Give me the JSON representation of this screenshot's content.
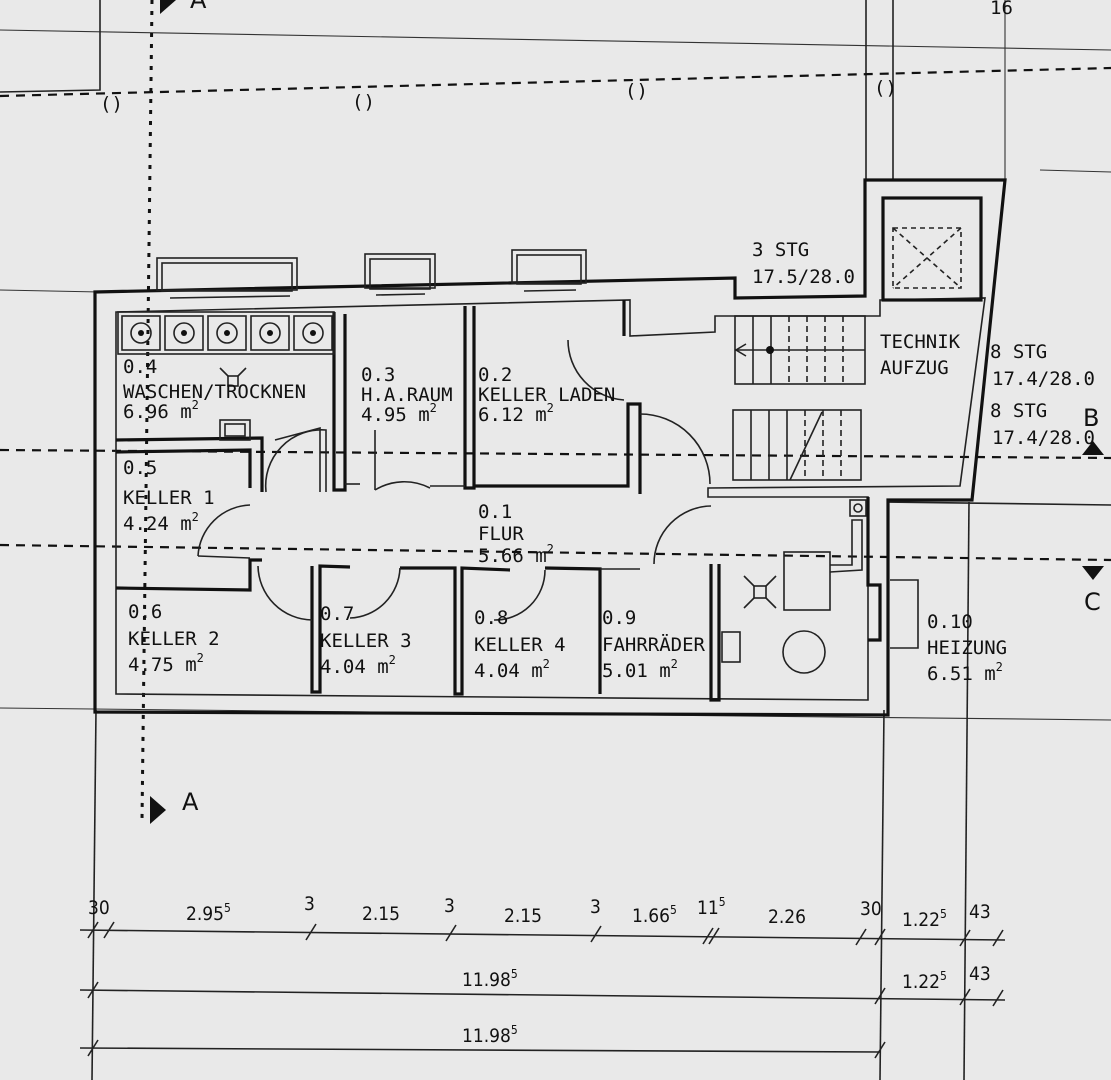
{
  "rooms": [
    {
      "number": "0.4",
      "name": "WASCHEN/TROCKNEN",
      "area": "6.96",
      "unit": "m",
      "unit_exp": "2"
    },
    {
      "number": "0.3",
      "name": "H.A.RAUM",
      "area": "4.95",
      "unit": "m",
      "unit_exp": "2"
    },
    {
      "number": "0.2",
      "name": "KELLER LADEN",
      "area": "6.12",
      "unit": "m",
      "unit_exp": "2"
    },
    {
      "number": "0.5",
      "name": "KELLER 1",
      "area": "4.24",
      "unit": "m",
      "unit_exp": "2"
    },
    {
      "number": "0.1",
      "name": "FLUR",
      "area": "5.66",
      "unit": "m",
      "unit_exp": "2"
    },
    {
      "number": "0.6",
      "name": "KELLER 2",
      "area": "4.75",
      "unit": "m",
      "unit_exp": "2"
    },
    {
      "number": "0.7",
      "name": "KELLER 3",
      "area": "4.04",
      "unit": "m",
      "unit_exp": "2"
    },
    {
      "number": "0.8",
      "name": "KELLER 4",
      "area": "4.04",
      "unit": "m",
      "unit_exp": "2"
    },
    {
      "number": "0.9",
      "name": "FAHRRÄDER",
      "area": "5.01",
      "unit": "m",
      "unit_exp": "2"
    },
    {
      "number": "0.10",
      "name": "HEIZUNG",
      "area": "6.51",
      "unit": "m",
      "unit_exp": "2"
    }
  ],
  "technik": {
    "line1": "TECHNIK",
    "line2": "AUFZUG"
  },
  "stairs": [
    {
      "count": "3 STG",
      "ratio": "17.5/28.0"
    },
    {
      "count": "8 STG",
      "ratio": "17.4/28.0"
    },
    {
      "count": "8 STG",
      "ratio": "17.4/28.0"
    }
  ],
  "sections": {
    "a_top": "A",
    "a": "A",
    "b": "B",
    "c": "C",
    "corner": "16"
  },
  "dimensions": {
    "row1": [
      {
        "base": "30",
        "exp": ""
      },
      {
        "base": "2.95",
        "exp": "5"
      },
      {
        "base": "3",
        "exp": ""
      },
      {
        "base": "2.15",
        "exp": ""
      },
      {
        "base": "3",
        "exp": ""
      },
      {
        "base": "2.15",
        "exp": ""
      },
      {
        "base": "3",
        "exp": ""
      },
      {
        "base": "1.66",
        "exp": "5"
      },
      {
        "base": "11",
        "exp": "5"
      },
      {
        "base": "2.26",
        "exp": ""
      },
      {
        "base": "30",
        "exp": ""
      },
      {
        "base": "1.22",
        "exp": "5"
      },
      {
        "base": "43",
        "exp": ""
      }
    ],
    "row2": [
      {
        "base": "11.98",
        "exp": "5"
      },
      {
        "base": "1.22",
        "exp": "5"
      },
      {
        "base": "43",
        "exp": ""
      }
    ],
    "row3": [
      {
        "base": "11.98",
        "exp": "5"
      }
    ]
  },
  "colors": {
    "paper": "#e9e9e9",
    "ink": "#111111"
  }
}
